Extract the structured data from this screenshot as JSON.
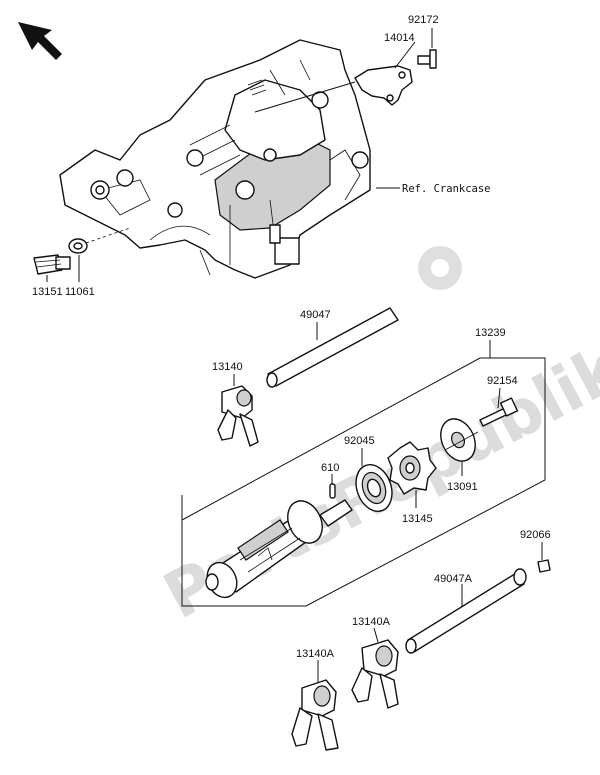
{
  "watermark": {
    "text": "PartsRepublik"
  },
  "reference": {
    "crankcase": "Ref. Crankcase"
  },
  "parts": {
    "p92172": "92172",
    "p14014": "14014",
    "p13151": "13151",
    "p11061": "11061",
    "p49047": "49047",
    "p13239": "13239",
    "p13140": "13140",
    "p92154": "92154",
    "p92045": "92045",
    "p610": "610",
    "p13091": "13091",
    "p13145": "13145",
    "p92066": "92066",
    "p49047A": "49047A",
    "p13140A_right": "13140A",
    "p13140A_left": "13140A"
  }
}
